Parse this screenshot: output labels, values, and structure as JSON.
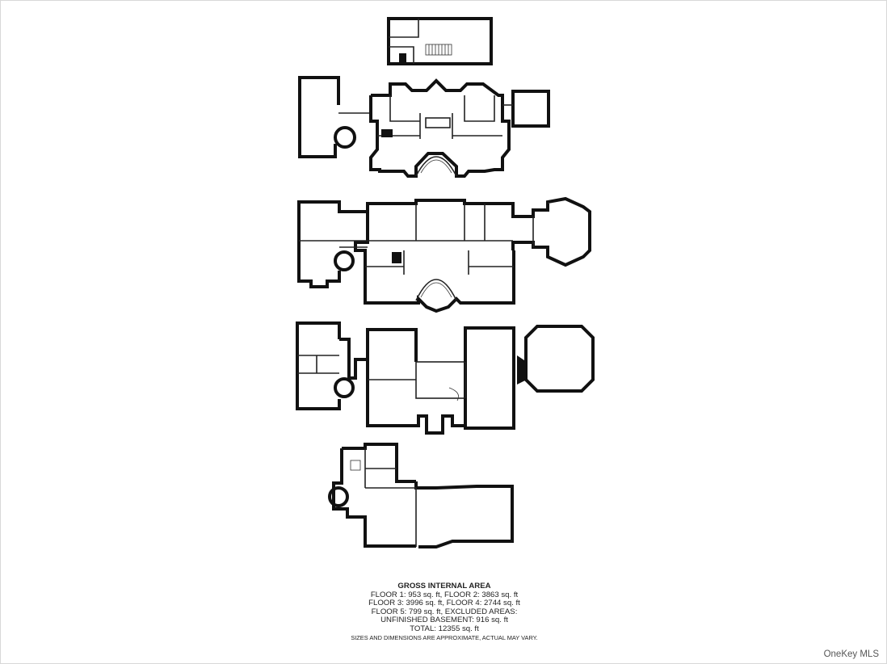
{
  "area_summary": {
    "title": "GROSS INTERNAL AREA",
    "line1": "FLOOR 1: 953 sq. ft, FLOOR 2: 3863 sq. ft",
    "line2": "FLOOR 3: 3996 sq. ft, FLOOR 4: 2744 sq. ft",
    "line3": "FLOOR 5: 799 sq. ft, EXCLUDED AREAS:",
    "line4": "UNFINISHED BASEMENT: 916 sq. ft",
    "line5": "TOTAL: 12355 sq. ft",
    "note": "SIZES AND DIMENSIONS ARE APPROXIMATE, ACTUAL MAY VARY."
  },
  "watermark": "OneKey MLS"
}
